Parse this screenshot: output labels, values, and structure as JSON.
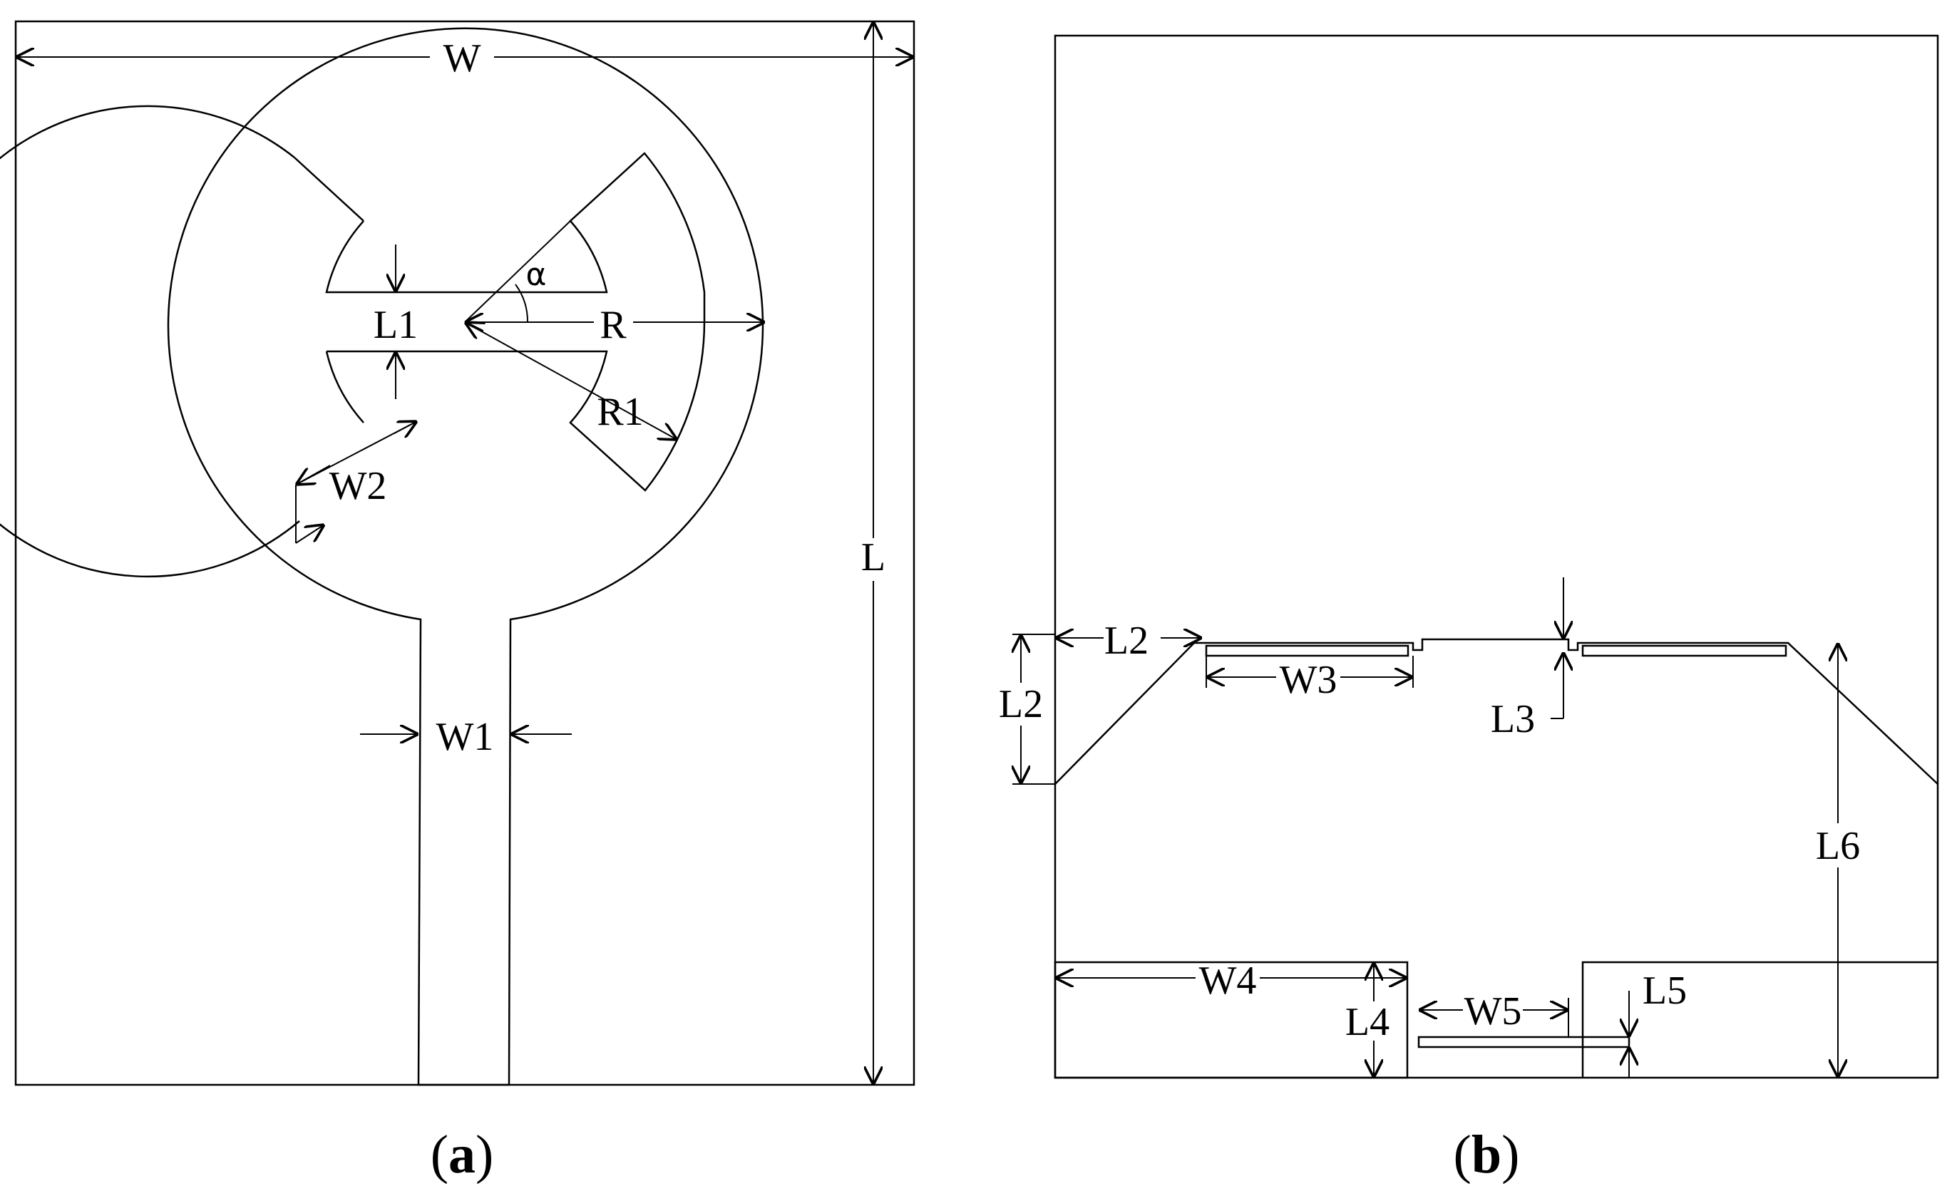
{
  "panel_a": {
    "caption_open": "(",
    "caption_letter": "a",
    "caption_close": ")",
    "labels": {
      "W": "W",
      "L": "L",
      "L1": "L1",
      "R": "R",
      "R1": "R1",
      "alpha": "α",
      "W1": "W1",
      "W2": "W2"
    }
  },
  "panel_b": {
    "caption_open": "(",
    "caption_letter": "b",
    "caption_close": ")",
    "labels": {
      "L2_horizontal": "L2",
      "L2_vertical": "L2",
      "W3": "W3",
      "L3": "L3",
      "L6": "L6",
      "W4": "W4",
      "L4": "L4",
      "W5": "W5",
      "L5": "L5"
    }
  }
}
